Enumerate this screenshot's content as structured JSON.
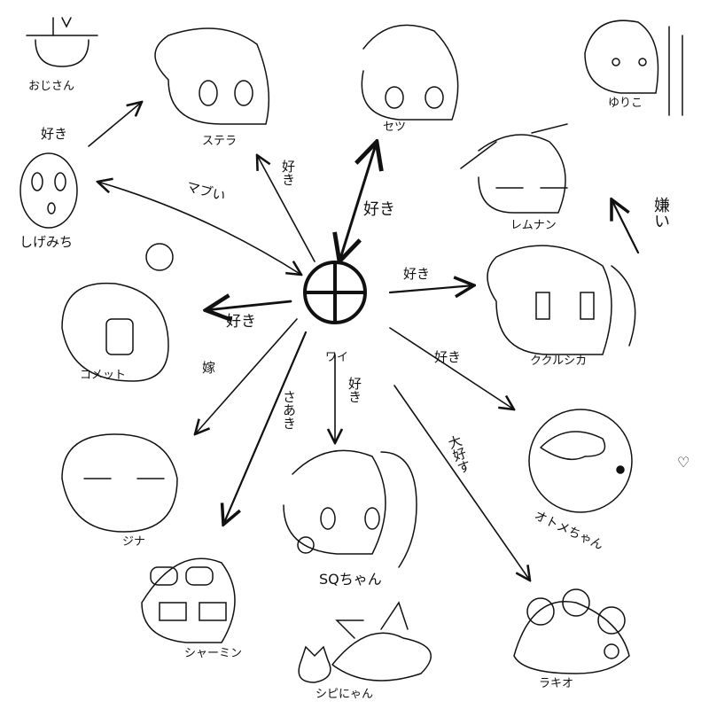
{
  "center": {
    "name": "ワイ"
  },
  "characters": [
    {
      "name": "おじさん"
    },
    {
      "name": "ステラ"
    },
    {
      "name": "セツ"
    },
    {
      "name": "ゆりこ"
    },
    {
      "name": "しげみち"
    },
    {
      "name": "レムナン"
    },
    {
      "name": "コメット"
    },
    {
      "name": "ククルシカ"
    },
    {
      "name": "ジナ"
    },
    {
      "name": "SQちゃん"
    },
    {
      "name": "オトメちゃん"
    },
    {
      "name": "シャーミン"
    },
    {
      "name": "シピにゃん"
    },
    {
      "name": "ラキオ"
    }
  ],
  "edges": [
    {
      "from": "しげみち",
      "to": "ステラ",
      "label": "好き"
    },
    {
      "from": "ワイ",
      "to": "しげみち",
      "label": "マブい"
    },
    {
      "from": "ワイ",
      "to": "ステラ",
      "label": "好き"
    },
    {
      "from": "ワイ",
      "to": "セツ",
      "label": "好き"
    },
    {
      "from": "ククルシカ",
      "to": "レムナン",
      "label": "嫌い"
    },
    {
      "from": "ワイ",
      "to": "ククルシカ",
      "label": "好き"
    },
    {
      "from": "ワイ",
      "to": "コメット",
      "label": "好き"
    },
    {
      "from": "ワイ",
      "to": "ジナ",
      "label": "嫁"
    },
    {
      "from": "ワイ",
      "to": "シャーミン",
      "label": "さあき"
    },
    {
      "from": "ワイ",
      "to": "SQちゃん",
      "label": "好き"
    },
    {
      "from": "ワイ",
      "to": "オトメちゃん",
      "label": "好き"
    },
    {
      "from": "ワイ",
      "to": "ラキオ",
      "label": "大好す"
    }
  ],
  "decorations": {
    "heart": "♡"
  }
}
